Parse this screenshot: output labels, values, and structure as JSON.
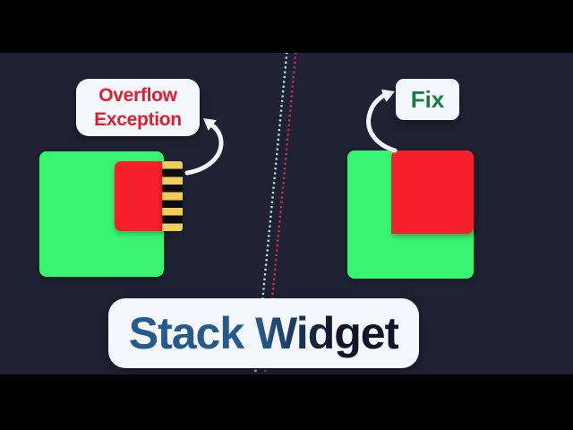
{
  "scene": {
    "title": "Stack Widget",
    "left_example": {
      "label_line1": "Overflow",
      "label_line2": "Exception",
      "description": "green base square with red child overflowing, yellow-black overflow stripes"
    },
    "right_example": {
      "label": "Fix",
      "description": "green base square with red child contained at top-right corner"
    }
  },
  "colors": {
    "background": "#1f2233",
    "letterbox": "#000000",
    "green": "#38f472",
    "red": "#f5202b",
    "stripe_yellow": "#eecd5a",
    "stripe_black": "#0c0d12",
    "label_bg": "#f4f7fb",
    "overflow_text": "#e01e2f",
    "fix_text": "#15803e",
    "title_blue": "#265a8e",
    "title_dark": "#0e1628",
    "divider_teal": "#b2e4db",
    "divider_red": "#c92d4e",
    "arrow": "#f2f4f6"
  }
}
